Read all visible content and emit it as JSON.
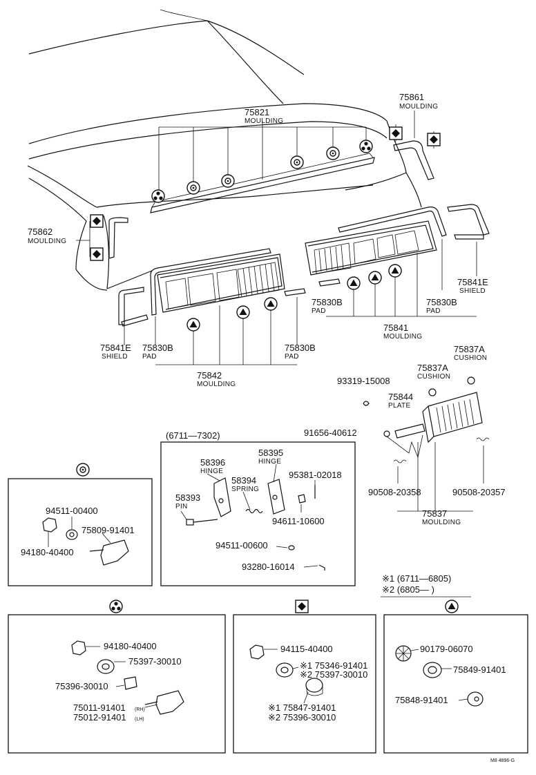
{
  "labels": {
    "p75821": "75821",
    "mould_75821": "MOULDING",
    "p75861": "75861",
    "mould_75861": "MOULDING",
    "p75862": "75862",
    "mould_75862": "MOULDING",
    "p75841e_r": "75841E",
    "shield_r": "SHIELD",
    "p75830b_r": "75830B",
    "pad_r": "PAD",
    "p75830b_c": "75830B",
    "pad_c": "PAD",
    "p75841": "75841",
    "mould_75841": "MOULDING",
    "p75841e_l": "75841E",
    "shield_l": "SHIELD",
    "p75830b_l": "75830B",
    "pad_l": "PAD",
    "p75830b_l2": "75830B",
    "pad_l2": "PAD",
    "p75842": "75842",
    "mould_75842": "MOULDING",
    "p75837a_1": "75837A",
    "cushion_1": "CUSHION",
    "p75837a_2": "75837A",
    "cushion_2": "CUSHION",
    "p93319": "93319-15008",
    "p75844": "75844",
    "plate": "PLATE",
    "p91656": "91656-40612",
    "p90508_358": "90508-20358",
    "p90508_357": "90508-20357",
    "p75837": "75837",
    "mould_75837": "MOULDING",
    "range_hinge": "(6711—7302)",
    "p58396": "58396",
    "hinge_1": "HINGE",
    "p58395": "58395",
    "hinge_2": "HINGE",
    "p58394": "58394",
    "spring": "SPRING",
    "p58393": "58393",
    "pin": "PIN",
    "p95381": "95381-02018",
    "p94611": "94611-10600",
    "p94511_600": "94511-00600",
    "p93280": "93280-16014",
    "pA_94511": "94511-00400",
    "pA_75809": "75809-91401",
    "pA_94180": "94180-40400",
    "note1": "※1 (6711—6805)",
    "note2": "※2 (6805—        )",
    "pB_94180": "94180-40400",
    "pB_75397": "75397-30010",
    "pB_75396": "75396-30010",
    "pB_75011": "75011-91401",
    "pB_rh": "(RH)",
    "pB_75012": "75012-91401",
    "pB_lh": "(LH)",
    "pC_94115": "94115-40400",
    "pC_a1": "※1 75346-91401",
    "pC_a2": "※2 75397-30010",
    "pC_b1": "※1 75847-91401",
    "pC_b2": "※2 75396-30010",
    "pD_90179": "90179-06070",
    "pD_75849": "75849-91401",
    "pD_75848": "75848-91401",
    "drawing_no": "M8 4896-G"
  },
  "icons": [
    "circle-dot-symbol",
    "triple-dot-symbol",
    "diamond-square-symbol",
    "triangle-circle-symbol"
  ],
  "colors": {
    "ink": "#111111",
    "paper": "#ffffff"
  }
}
